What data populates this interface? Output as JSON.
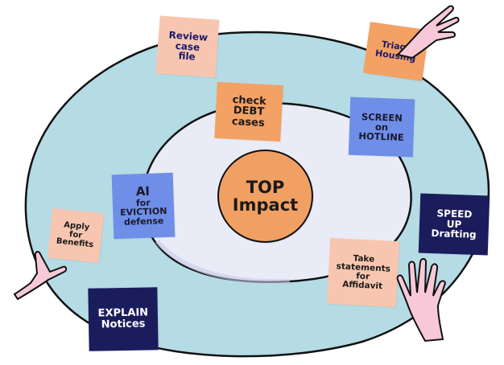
{
  "colors": {
    "outer_ring": "#b5dbe4",
    "inner_ring": "#e9ecf6",
    "ring_line": "#111111",
    "center": "#f1a064",
    "note_pink": "#f8c6b0",
    "note_orange": "#f3a164",
    "note_blue": "#6f8ee8",
    "note_navy": "#1b1c5c",
    "hand_pink": "#f7c9d8"
  },
  "center": {
    "lines": [
      "TOP",
      "Impact"
    ]
  },
  "notes": [
    {
      "id": "review-case-file",
      "lines": [
        "Review",
        "case",
        "file"
      ],
      "color": "pink",
      "text_color": "#1a1a6e"
    },
    {
      "id": "triage-housing",
      "lines": [
        "Triage",
        "Housing"
      ],
      "color": "orange",
      "text_color": "#1a1a6e"
    },
    {
      "id": "check-debt-cases",
      "lines": [
        "check",
        "DEBT",
        "cases"
      ],
      "color": "orange",
      "text_color": "#1a1a1a"
    },
    {
      "id": "screen-on-hotline",
      "lines": [
        "SCREEN",
        "on",
        "HOTLINE"
      ],
      "color": "blue",
      "text_color": "#1a1a2e"
    },
    {
      "id": "ai-for-eviction-defense",
      "lines": [
        "AI",
        "for",
        "EVICTION",
        "defense"
      ],
      "color": "blue",
      "text_color": "#1a1a2e"
    },
    {
      "id": "apply-for-benefits",
      "lines": [
        "Apply",
        "for",
        "Benefits"
      ],
      "color": "pink",
      "text_color": "#1a1a1a"
    },
    {
      "id": "speed-up-drafting",
      "lines": [
        "SPEED",
        "UP",
        "Drafting"
      ],
      "color": "navy",
      "text_color": "#ffffff"
    },
    {
      "id": "take-statements-for-affidavit",
      "lines": [
        "Take",
        "statements",
        "for",
        "Affidavit"
      ],
      "color": "pink",
      "text_color": "#1a1a1a"
    },
    {
      "id": "explain-notices",
      "lines": [
        "EXPLAIN",
        "Notices"
      ],
      "color": "navy",
      "text_color": "#ffffff"
    }
  ]
}
